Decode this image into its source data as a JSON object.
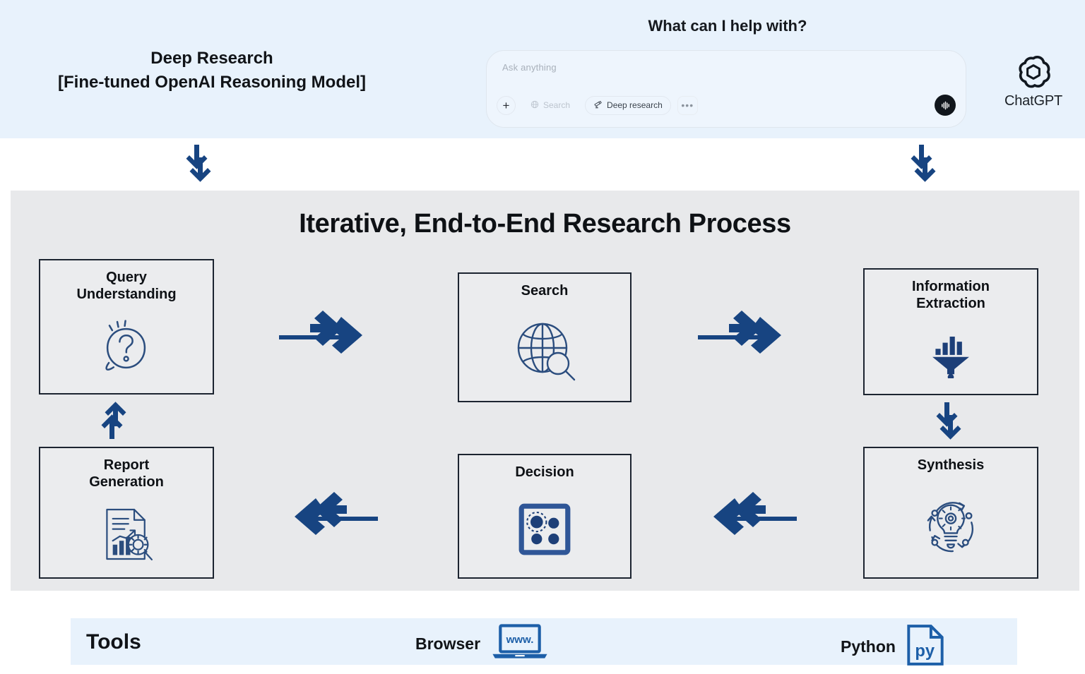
{
  "header": {
    "title_line1": "Deep Research",
    "title_line2": "[Fine-tuned OpenAI Reasoning Model]",
    "prompt_heading": "What can I help with?",
    "brand_label": "ChatGPT",
    "brand_icon": "openai-logo-icon"
  },
  "composer": {
    "placeholder": "Ask anything",
    "add_label": "+",
    "search_label": "Search",
    "deep_research_label": "Deep research",
    "more_label": "•••",
    "voice_icon": "voice-waveform-icon",
    "search_icon": "globe-icon",
    "deep_research_icon": "telescope-icon"
  },
  "process": {
    "title": "Iterative, End-to-End Research Process",
    "nodes": [
      {
        "id": "query",
        "label": "Query\nUnderstanding",
        "icon": "question-bubble-icon"
      },
      {
        "id": "search",
        "label": "Search",
        "icon": "globe-magnifier-icon"
      },
      {
        "id": "info",
        "label": "Information\nExtraction",
        "icon": "funnel-barchart-icon"
      },
      {
        "id": "synth",
        "label": "Synthesis",
        "icon": "lightbulb-gear-cycle-icon"
      },
      {
        "id": "decision",
        "label": "Decision",
        "icon": "option-dots-square-icon"
      },
      {
        "id": "report",
        "label": "Report\nGeneration",
        "icon": "document-chart-magnifier-icon"
      }
    ],
    "connectors": [
      {
        "name": "header-to-query",
        "direction": "down"
      },
      {
        "name": "header-to-info",
        "direction": "down"
      },
      {
        "name": "query-to-search",
        "direction": "right"
      },
      {
        "name": "search-to-info",
        "direction": "right"
      },
      {
        "name": "info-to-synthesis",
        "direction": "down"
      },
      {
        "name": "synthesis-to-decision",
        "direction": "left"
      },
      {
        "name": "decision-to-report",
        "direction": "left"
      },
      {
        "name": "report-to-query",
        "direction": "up"
      }
    ]
  },
  "tools": {
    "title": "Tools",
    "items": [
      {
        "label": "Browser",
        "icon": "laptop-www-icon",
        "icon_text": "www."
      },
      {
        "label": "Python",
        "icon": "python-file-icon",
        "icon_text": "py"
      }
    ]
  },
  "colors": {
    "header_band": "#e8f2fc",
    "process_panel": "#e8e9eb",
    "tools_band": "#e8f2fc",
    "accent_navy": "#1b3f7d",
    "arrow_navy": "#174481",
    "node_border": "#1c2430",
    "text_dark": "#0e1115"
  }
}
